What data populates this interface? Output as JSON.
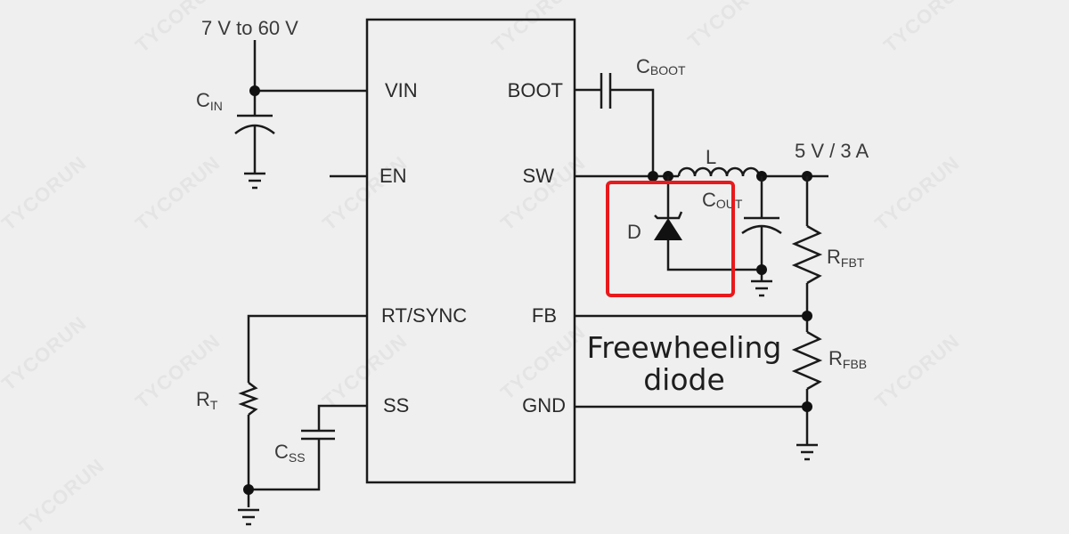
{
  "diagram": {
    "title": "Buck converter schematic with freewheeling diode",
    "watermark": "TYCORUN",
    "input_voltage": "7 V to 60 V",
    "output_rating": "5 V / 3 A",
    "ic_pins": {
      "left": [
        "VIN",
        "EN",
        "RT/SYNC",
        "SS"
      ],
      "right": [
        "BOOT",
        "SW",
        "FB",
        "GND"
      ]
    },
    "components": {
      "cin": {
        "main": "C",
        "sub": "IN"
      },
      "cboot": {
        "main": "C",
        "sub": "BOOT"
      },
      "inductor": {
        "main": "L"
      },
      "diode": {
        "main": "D"
      },
      "cout": {
        "main": "C",
        "sub": "OUT"
      },
      "rfbt": {
        "main": "R",
        "sub": "FBT"
      },
      "rfbb": {
        "main": "R",
        "sub": "FBB"
      },
      "rt": {
        "main": "R",
        "sub": "T"
      },
      "css": {
        "main": "C",
        "sub": "SS"
      }
    },
    "annotation": {
      "line1": "Freewheeling",
      "line2": "diode",
      "highlight_color": "#e8191c"
    }
  }
}
